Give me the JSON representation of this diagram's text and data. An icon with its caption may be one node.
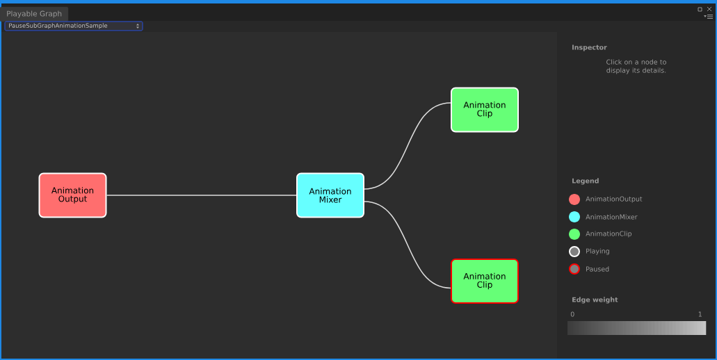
{
  "diagram": {
    "nodes": [
      {
        "text": [
          "Animation Output"
        ]
      },
      {
        "text": [
          "Animation Mixer"
        ]
      },
      {
        "text": [
          "Animation Clip"
        ]
      },
      {
        "text": [
          "Animation Clip"
        ]
      }
    ],
    "edges": [
      {
        "from": 0,
        "to": 1,
        "arrow": "none"
      },
      {
        "from": 1,
        "to": 2,
        "arrow": "none"
      },
      {
        "from": 1,
        "to": 3,
        "arrow": "none"
      }
    ],
    "labels": [
      "Playable Graph",
      "PauseSubGraphAnimationSample",
      "Inspector",
      "Click on a node to display its details.",
      "Legend",
      "Edge weight",
      "0",
      "1"
    ],
    "legend": [
      {
        "text": "AnimationOutput",
        "color": "#ff6e6e"
      },
      {
        "text": "AnimationMixer",
        "color": "#66ffff"
      },
      {
        "text": "AnimationClip",
        "color": "#66ff77"
      },
      {
        "text": "Playing"
      },
      {
        "text": "Paused"
      }
    ]
  }
}
